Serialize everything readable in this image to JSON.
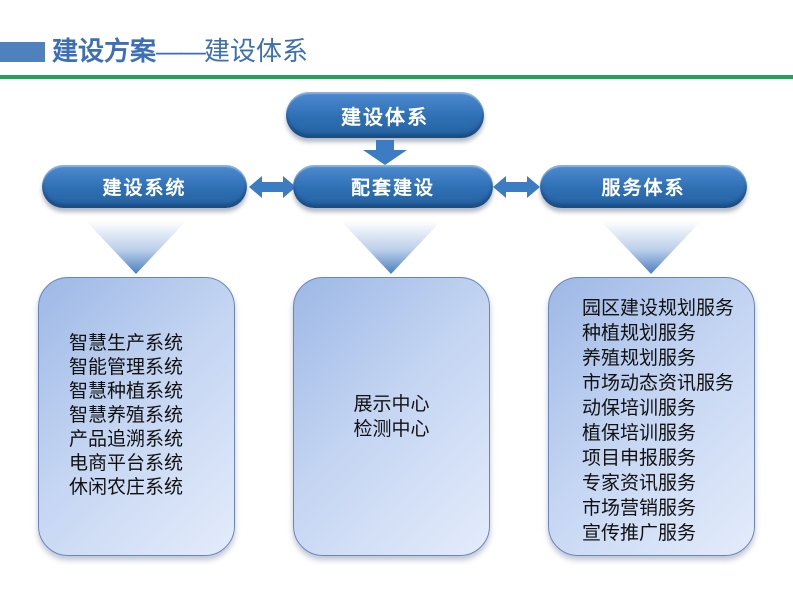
{
  "header": {
    "title_bold": "建设方案",
    "title_dash": "——",
    "title_rest": "建设体系",
    "accent_color": "#4f81bd",
    "underline_color": "#21a159",
    "title_color": "#3d6fb8"
  },
  "diagram": {
    "root": {
      "label": "建设体系"
    },
    "branches": [
      {
        "label": "建设系统",
        "items": [
          "智慧生产系统",
          "智能管理系统",
          "智慧种植系统",
          "智慧养殖系统",
          "产品追溯系统",
          "电商平台系统",
          "休闲农庄系统"
        ]
      },
      {
        "label": "配套建设",
        "items": [
          "展示中心",
          "检测中心"
        ]
      },
      {
        "label": "服务体系",
        "items": [
          "园区建设规划服务",
          "种植规划服务",
          "养殖规划服务",
          "市场动态资讯服务",
          "动保培训服务",
          "植保培训服务",
          "项目申报服务",
          "专家资讯服务",
          "市场营销服务",
          "宣传推广服务"
        ]
      }
    ],
    "colors": {
      "pill_blue": "#2e6fb4",
      "arrow_blue": "#3c7cc2",
      "panel_border": "#6b85bb",
      "panel_fill_dark": "#9db8e6",
      "panel_fill_light": "#e4ecfb",
      "pill_text": "#ffffff",
      "list_text": "#111111"
    }
  }
}
